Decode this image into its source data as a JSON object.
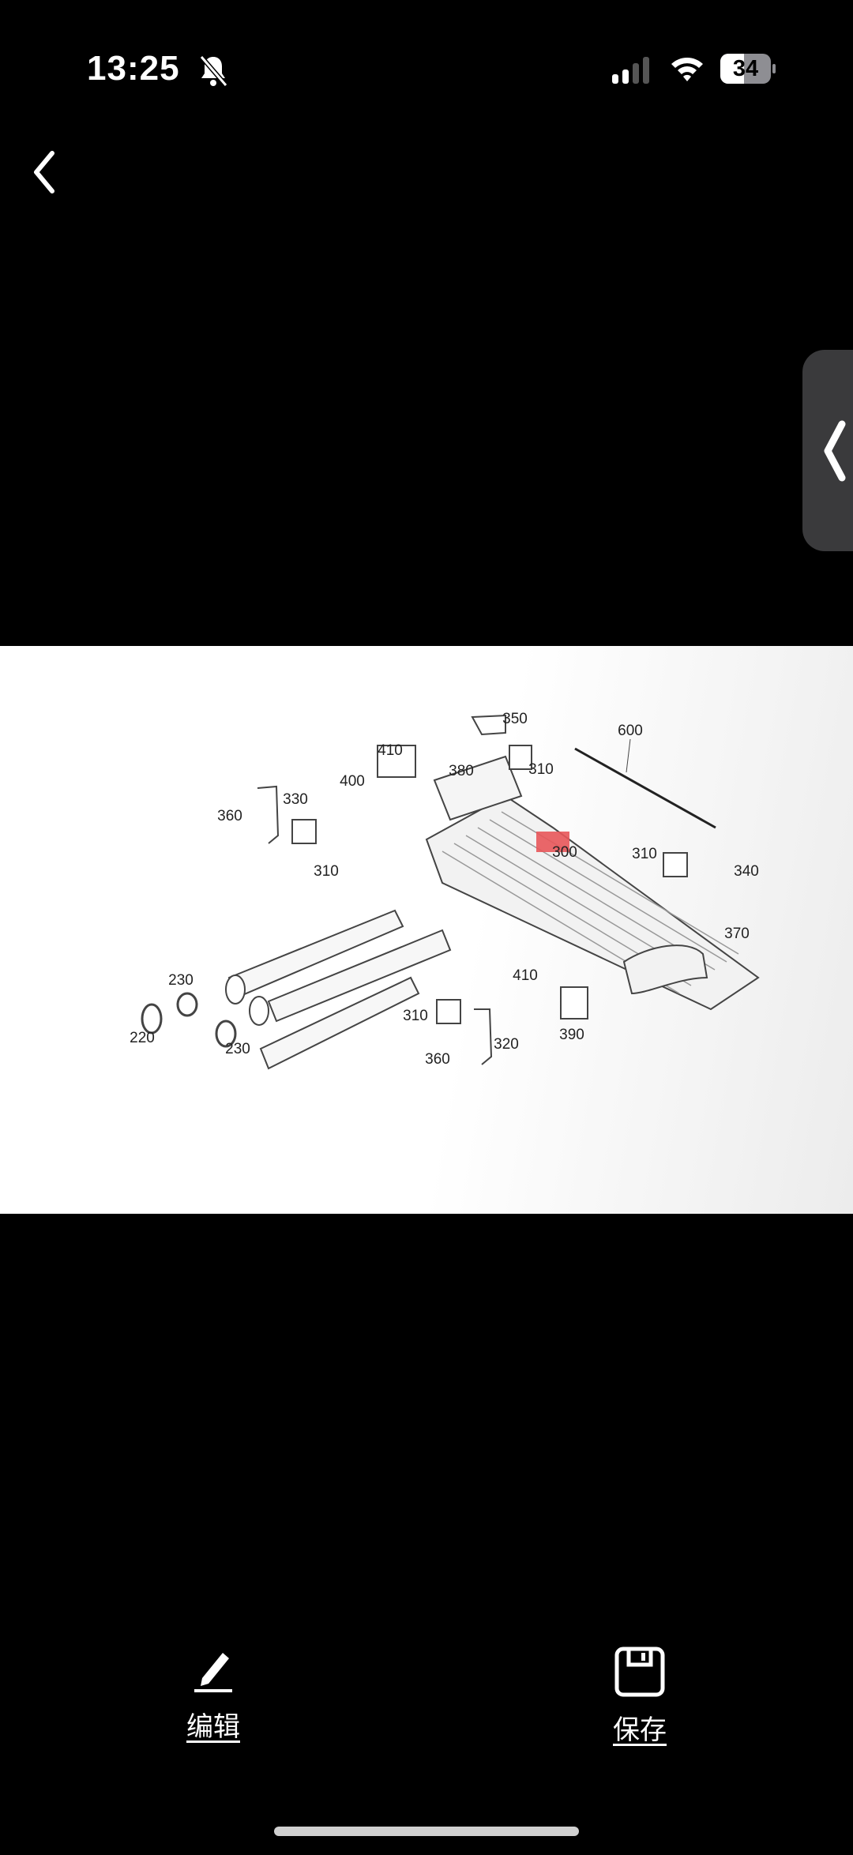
{
  "status_bar": {
    "time": "13:25",
    "battery": "34",
    "icons": [
      "bell-slash-icon",
      "signal-icon",
      "wifi-icon",
      "battery-icon"
    ]
  },
  "nav": {
    "back_icon": "chevron-left-icon",
    "side_handle_icon": "chevron-left-icon"
  },
  "diagram": {
    "labels": {
      "l350": "350",
      "l600": "600",
      "l410a": "410",
      "l380": "380",
      "l310a": "310",
      "l400": "400",
      "l330": "330",
      "l360a": "360",
      "l300": "300",
      "l310b": "310",
      "l340": "340",
      "l310c": "310",
      "l370": "370",
      "l230a": "230",
      "l410b": "410",
      "l220": "220",
      "l230b": "230",
      "l310d": "310",
      "l320": "320",
      "l390": "390",
      "l360b": "360"
    },
    "highlight_color": "#e8575a"
  },
  "actions": {
    "edit_label": "编辑",
    "save_label": "保存"
  }
}
